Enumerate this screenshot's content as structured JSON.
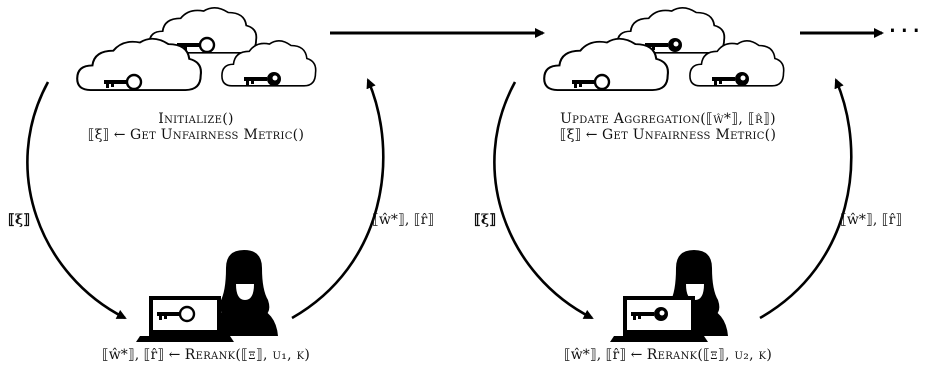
{
  "stage1": {
    "initialize": "Initialize()",
    "get_unfairness": "Get Unfairness Metric()",
    "xi_send": "⟦ξ⟧",
    "return_label": "⟦ŵ*⟧, ⟦r̂⟧",
    "rerank_result": "⟦ŵ*⟧, ⟦r̂⟧ ←",
    "rerank_call": "Rerank(⟦ξ⟧, u₁, k)"
  },
  "stage2": {
    "update_aggregation": "Update Aggregation(⟦ŵ*⟧, ⟦r̂⟧)",
    "get_unfairness": "Get Unfairness Metric()",
    "xi_send": "⟦ξ⟧",
    "return_label": "⟦ŵ*⟧, ⟦r̂⟧",
    "rerank_result": "⟦ŵ*⟧, ⟦r̂⟧ ←",
    "rerank_call": "Rerank(⟦ξ⟧, u₂, k)"
  },
  "xi_assign": "⟦ξ⟧ ←",
  "continuation": "···",
  "icons": {
    "cloud": "cloud-icon",
    "key": "key-icon",
    "laptop": "laptop-icon",
    "user": "user-icon"
  }
}
